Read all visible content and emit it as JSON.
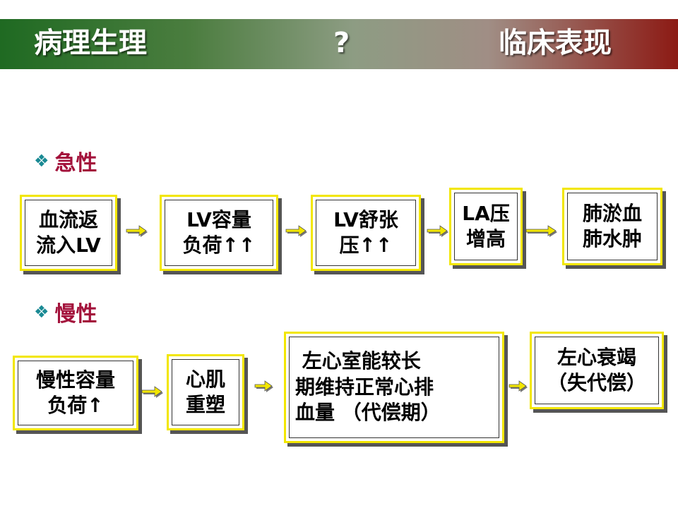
{
  "header": {
    "left": "病理生理",
    "middle": "?",
    "right": "临床表现"
  },
  "sections": {
    "acute": {
      "label": "急性"
    },
    "chronic": {
      "label": "慢性"
    }
  },
  "acute_flow": [
    [
      "血流返",
      "流入LV"
    ],
    [
      "LV容量",
      "负荷↑↑"
    ],
    [
      "LV舒张",
      "压↑↑"
    ],
    [
      "LA压",
      "增高"
    ],
    [
      "肺淤血",
      "肺水肿"
    ]
  ],
  "chronic_flow": [
    [
      "慢性容量",
      "负荷↑"
    ],
    [
      "心肌",
      "重塑"
    ],
    [
      " 左心室能较长",
      "期维持正常心排",
      "血量 （代偿期）"
    ],
    [
      "左心衰竭",
      "（失代偿）"
    ]
  ],
  "colors": {
    "box_border": "#f2e600",
    "arrow_fill": "#f2e600",
    "section_label": "#a3123b",
    "bullet": "#1a8a94"
  }
}
